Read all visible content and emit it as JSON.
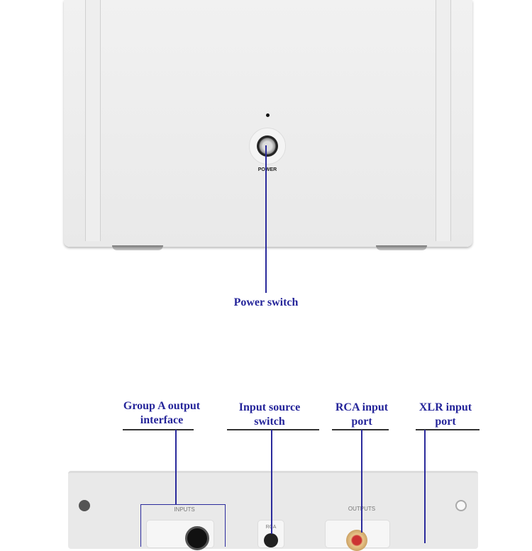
{
  "front": {
    "power_label": "POWER"
  },
  "callouts": {
    "power_switch": "Power switch",
    "group_a_line1": "Group A output",
    "group_a_line2": "interface",
    "input_source_line1": "Input source",
    "input_source_line2": "switch",
    "rca_line1": "RCA input",
    "rca_line2": "port",
    "xlr_line1": "XLR input",
    "xlr_line2": "port"
  },
  "rear": {
    "inputs_label": "INPUTS",
    "outputs_label": "OUTPUTS",
    "rca_label": "RCA"
  },
  "colors": {
    "callout": "#25259a"
  }
}
